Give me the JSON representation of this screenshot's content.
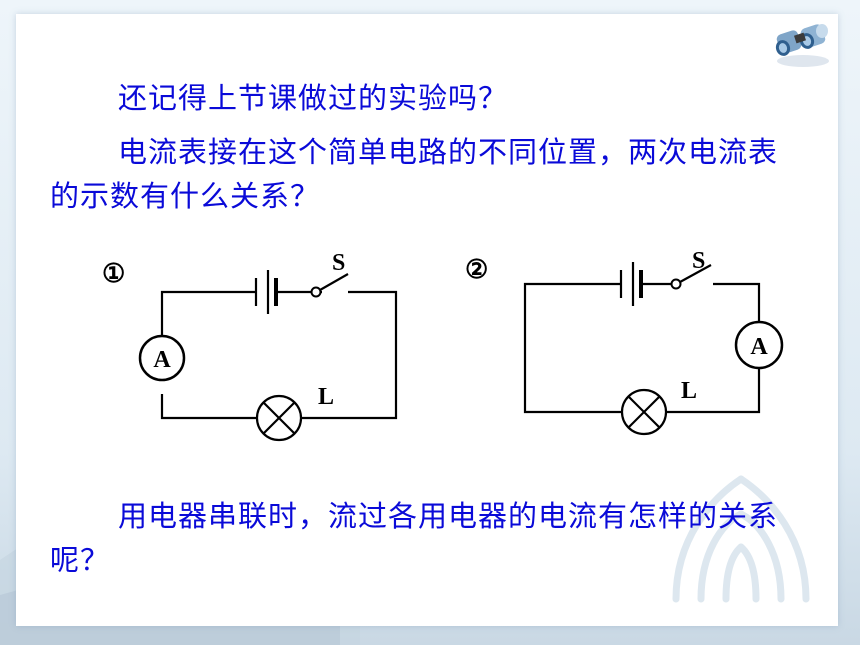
{
  "slide": {
    "paragraphs": [
      "还记得上节课做过的实验吗？",
      "电流表接在这个简单电路的不同位置，两次电流表的示数有什么关系？",
      "用电器串联时，流过各用电器的电流有怎样的关系呢？"
    ],
    "circuits": [
      {
        "number": "①",
        "switch_label": "S",
        "lamp_label": "L",
        "ammeter_label": "A"
      },
      {
        "number": "②",
        "switch_label": "S",
        "lamp_label": "L",
        "ammeter_label": "A"
      }
    ]
  },
  "icons": {
    "corner": "binoculars-icon",
    "background": "hands-logo-watermark"
  },
  "colors": {
    "text": "#0a0ad8",
    "panel": "#ffffff",
    "background": "#e3eef6"
  }
}
